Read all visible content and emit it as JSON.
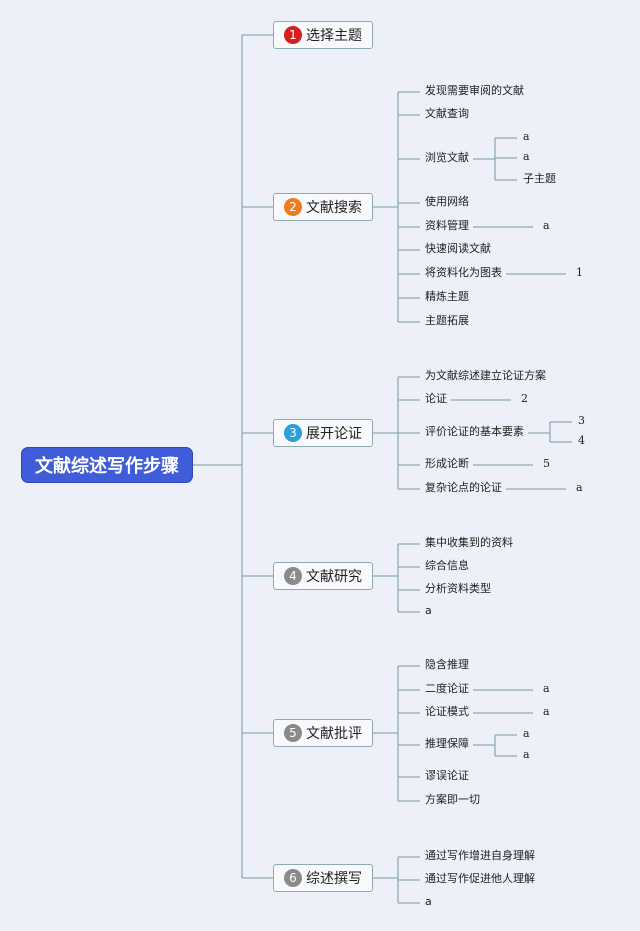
{
  "root": {
    "label": "文献综述写作步骤"
  },
  "colors": {
    "line": "#8fa9b2",
    "root_bg": "#3f5cd9",
    "badge_1": "#d81e1e",
    "badge_2": "#f07d1d",
    "badge_3": "#2a9fd8",
    "badge_gray": "#8a8a8a"
  },
  "branches": [
    {
      "num": "1",
      "label": "选择主题",
      "leaves": []
    },
    {
      "num": "2",
      "label": "文献搜索",
      "leaves": [
        {
          "label": "发现需要审阅的文献"
        },
        {
          "label": "文献查询"
        },
        {
          "label": "浏览文献",
          "children": [
            "a",
            "a",
            "子主题"
          ]
        },
        {
          "label": "使用网络"
        },
        {
          "label": "资料管理",
          "children": [
            "a"
          ]
        },
        {
          "label": "快速阅读文献"
        },
        {
          "label": "将资料化为图表",
          "children": [
            "1"
          ]
        },
        {
          "label": "精炼主题"
        },
        {
          "label": "主题拓展"
        }
      ]
    },
    {
      "num": "3",
      "label": "展开论证",
      "leaves": [
        {
          "label": "为文献综述建立论证方案"
        },
        {
          "label": "论证",
          "children": [
            "2"
          ]
        },
        {
          "label": "评价论证的基本要素",
          "children": [
            "3",
            "4"
          ]
        },
        {
          "label": "形成论断",
          "children": [
            "5"
          ]
        },
        {
          "label": "复杂论点的论证",
          "children": [
            "a"
          ]
        }
      ]
    },
    {
      "num": "4",
      "label": "文献研究",
      "leaves": [
        {
          "label": "集中收集到的资料"
        },
        {
          "label": "综合信息"
        },
        {
          "label": "分析资料类型"
        },
        {
          "label": "a"
        }
      ]
    },
    {
      "num": "5",
      "label": "文献批评",
      "leaves": [
        {
          "label": "隐含推理"
        },
        {
          "label": "二度论证",
          "children": [
            "a"
          ]
        },
        {
          "label": "论证模式",
          "children": [
            "a"
          ]
        },
        {
          "label": "推理保障",
          "children": [
            "a",
            "a"
          ]
        },
        {
          "label": "谬误论证"
        },
        {
          "label": "方案即一切"
        }
      ]
    },
    {
      "num": "6",
      "label": "综述撰写",
      "leaves": [
        {
          "label": "通过写作增进自身理解"
        },
        {
          "label": "通过写作促进他人理解"
        },
        {
          "label": "a"
        }
      ]
    }
  ]
}
